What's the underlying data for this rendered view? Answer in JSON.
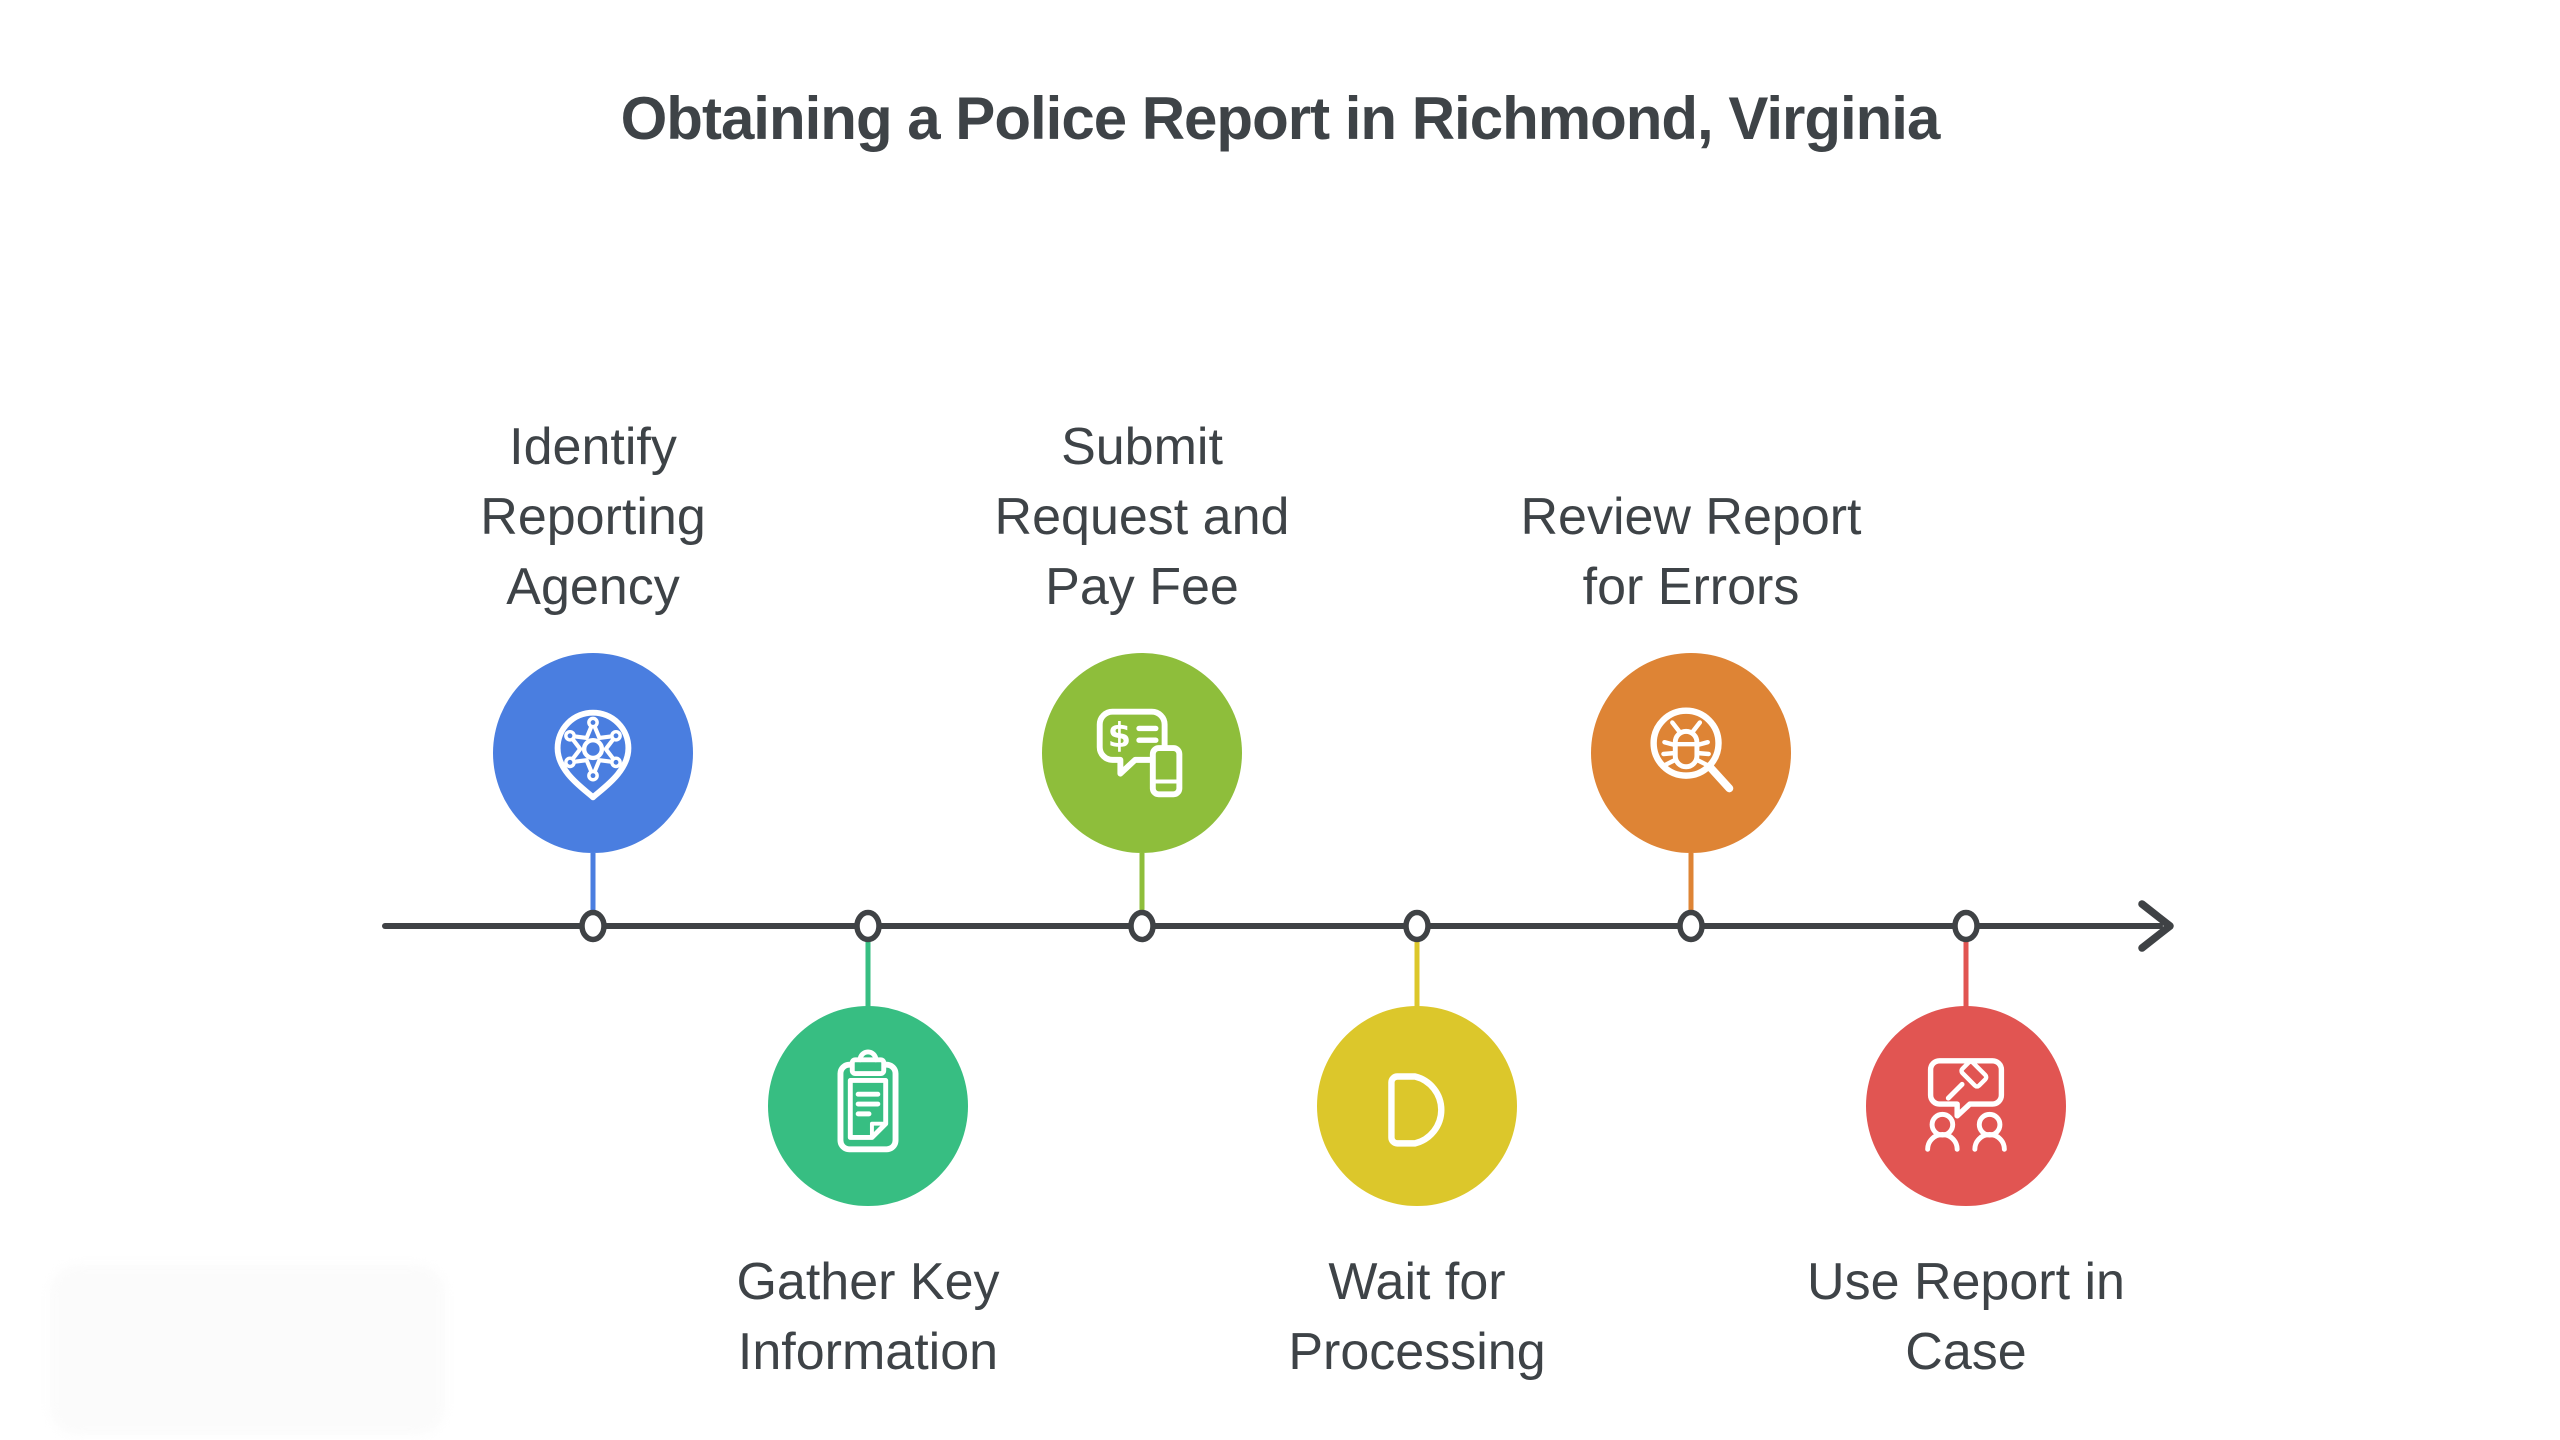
{
  "title": "Obtaining a Police Report in Richmond, Virginia",
  "colors": {
    "background": "#ffffff",
    "timeline": "#3f4245",
    "text": "#3e4347",
    "dot_fill": "#ffffff"
  },
  "timeline": {
    "orientation": "horizontal",
    "arrow_direction": "right"
  },
  "steps": [
    {
      "label": "Identify\nReporting\nAgency",
      "icon": "sheriff-badge-pin-icon",
      "color": "#4a7ee0",
      "position": "above"
    },
    {
      "label": "Gather Key\nInformation",
      "icon": "clipboard-icon",
      "color": "#37be82",
      "position": "below"
    },
    {
      "label": "Submit\nRequest and\nPay Fee",
      "icon": "money-chat-phone-icon",
      "color": "#8ebe3b",
      "position": "above"
    },
    {
      "label": "Wait for\nProcessing",
      "icon": "d-shape-icon",
      "color": "#dcc72b",
      "position": "below"
    },
    {
      "label": "Review Report\nfor Errors",
      "icon": "bug-magnifier-icon",
      "color": "#de8435",
      "position": "above"
    },
    {
      "label": "Use Report in\nCase",
      "icon": "gavel-people-icon",
      "color": "#e15552",
      "position": "below"
    }
  ]
}
